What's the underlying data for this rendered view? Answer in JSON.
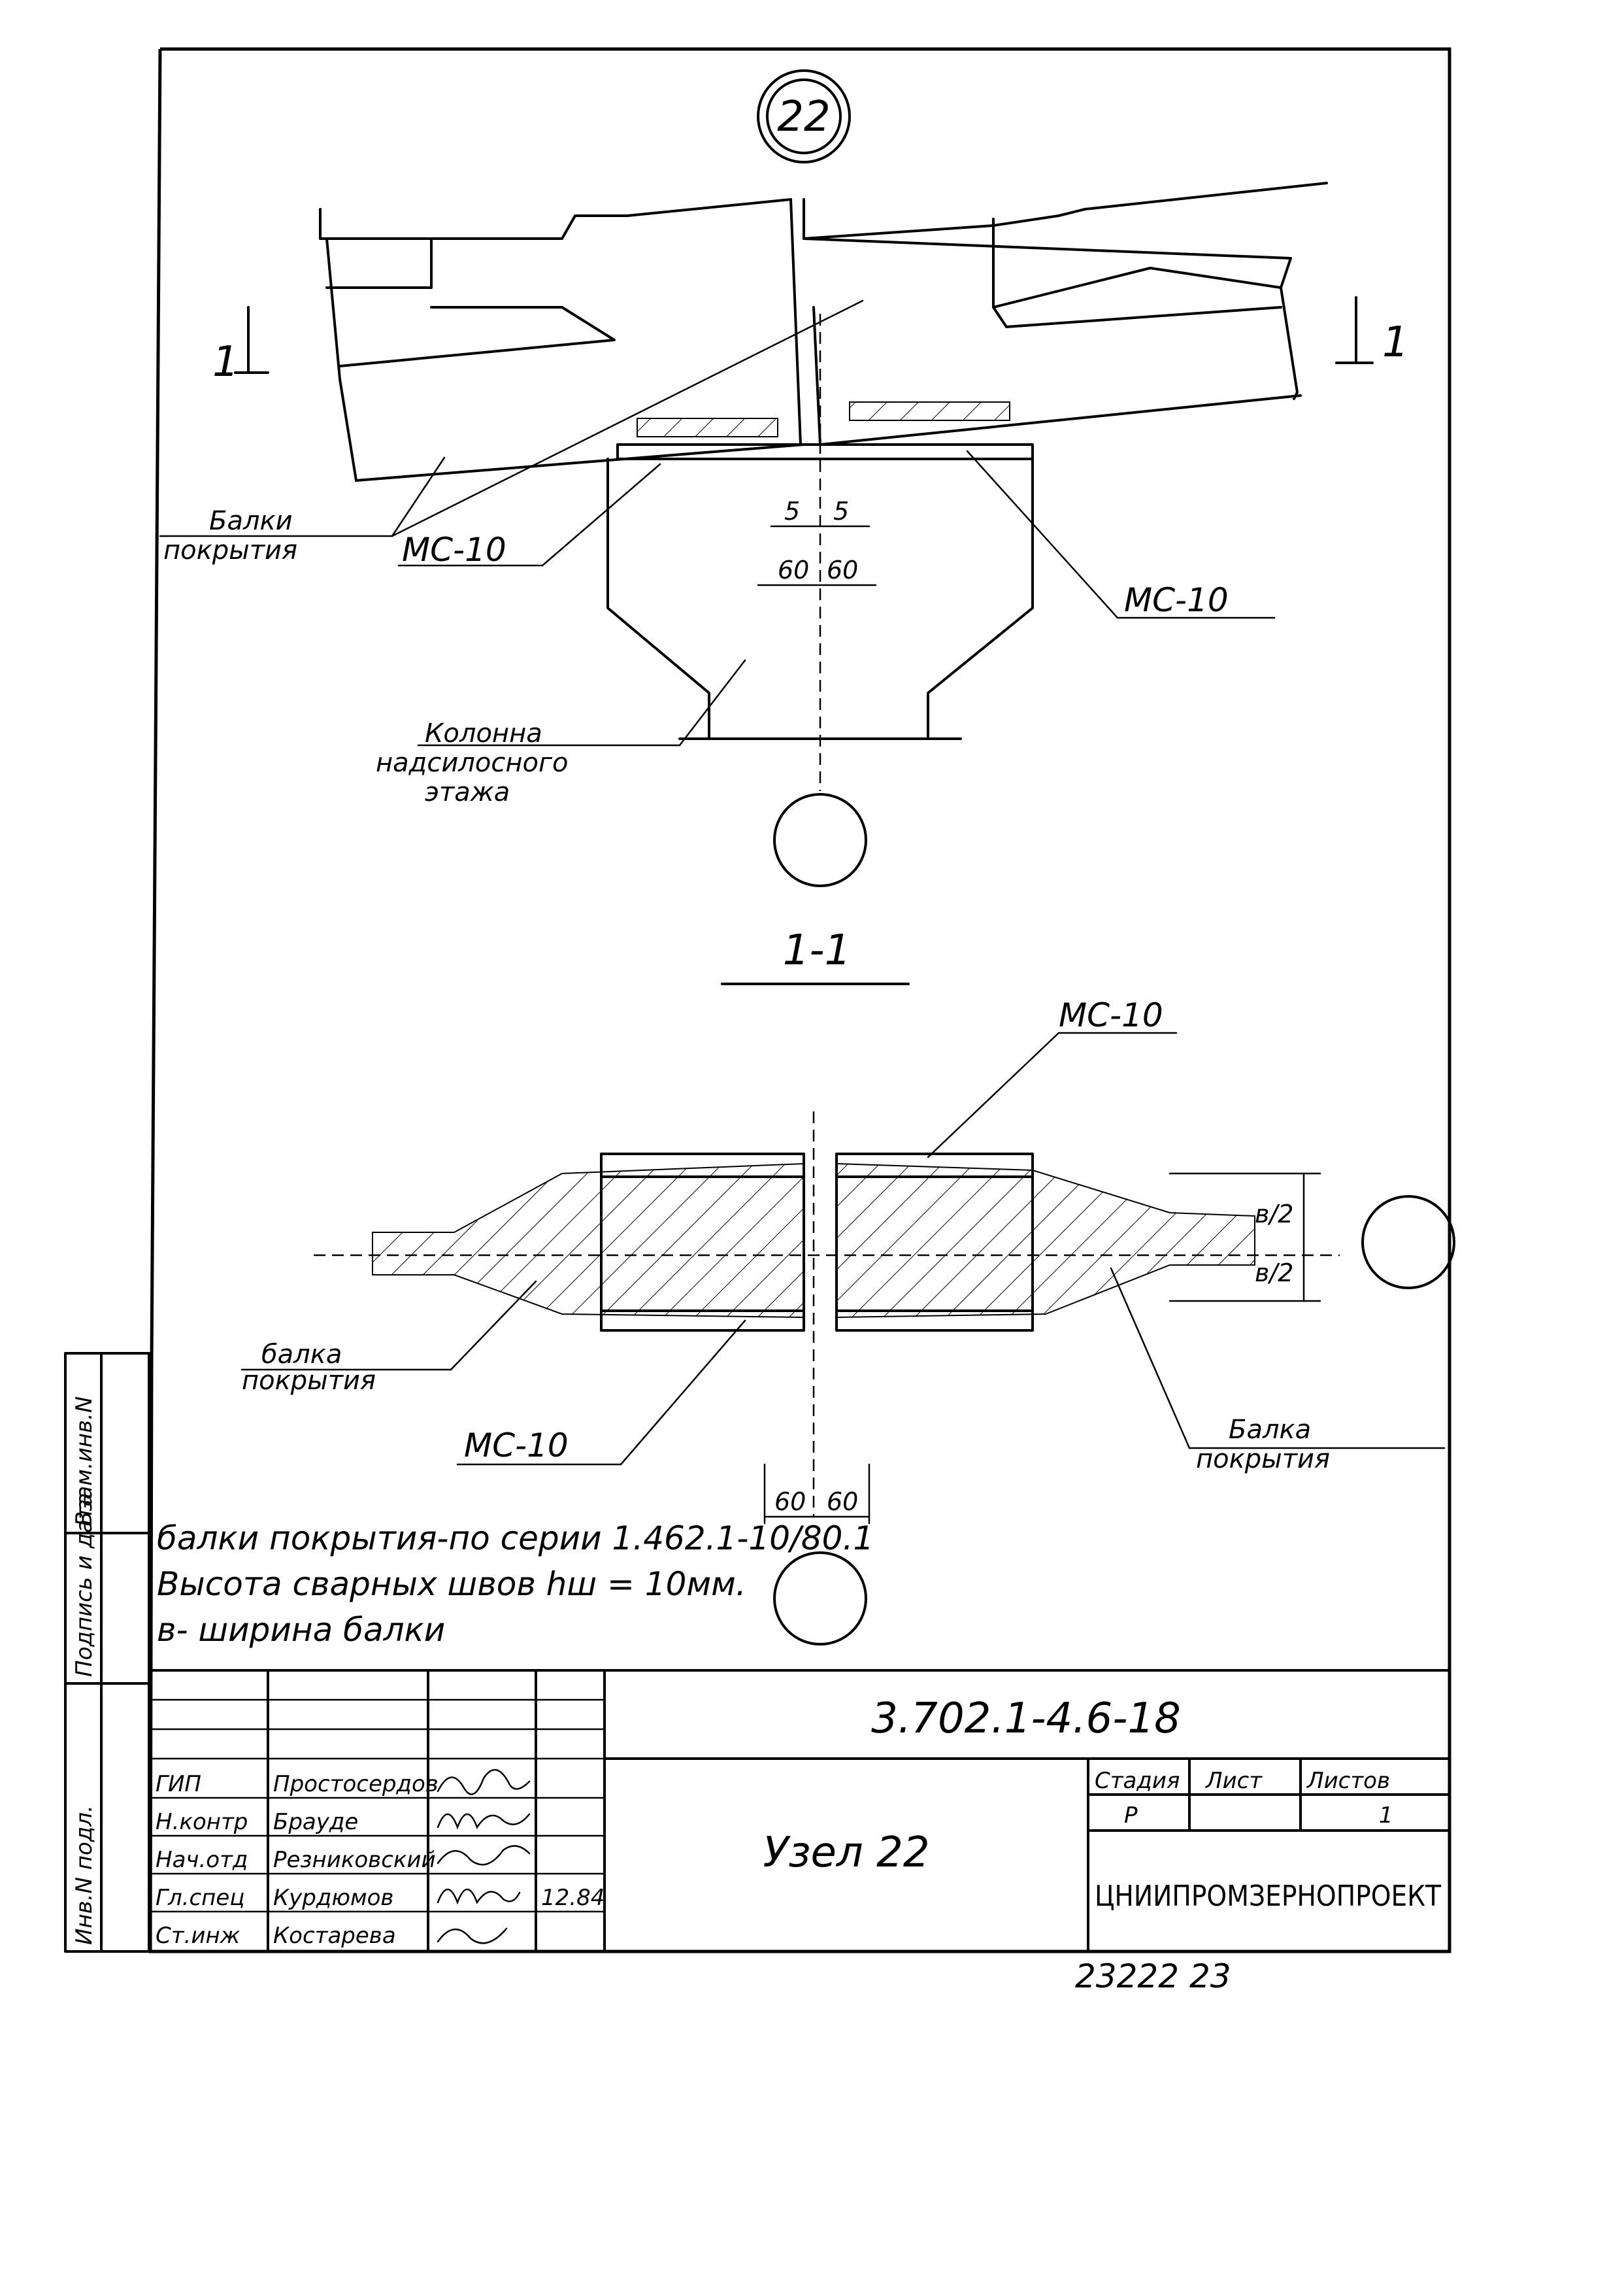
{
  "node_badge": "22",
  "section_marks": {
    "left": "1",
    "right": "1"
  },
  "top_view": {
    "label_beams": [
      "Балки",
      "покрытия"
    ],
    "label_mc_left": "МС-10",
    "label_mc_right": "МС-10",
    "label_column": [
      "Колонна",
      "надсилосного",
      "этажа"
    ],
    "dim_gap": [
      "5",
      "5"
    ],
    "dim_offset": [
      "60",
      "60"
    ]
  },
  "section_title": "1-1",
  "section_view": {
    "label_mc_top": "МС-10",
    "label_mc_bottom": "МС-10",
    "label_beam_left": [
      "балка",
      "покрытия"
    ],
    "label_beam_right": [
      "Балка",
      "покрытия"
    ],
    "dim_half_top": "в/2",
    "dim_half_bottom": "в/2",
    "dim_bottom": [
      "60",
      "60"
    ]
  },
  "notes": [
    "балки покрытия-по серии 1.462.1-10/80.1",
    "Высота сварных швов hш = 10мм.",
    "в- ширина  балки"
  ],
  "side_stamp": [
    "Инв.N подл.",
    "Подпись и дата",
    "Взам.инв.N"
  ],
  "title_block": {
    "doc_code": "3.702.1-4.6-18",
    "title": "Узел 22",
    "roles": [
      "ГИП",
      "Н.контр",
      "Нач.отд",
      "Гл.спец",
      "Ст.инж"
    ],
    "names": [
      "Простосердов",
      "Брауде",
      "Резниковский",
      "Курдюмов",
      "Костарева"
    ],
    "date": "12.84",
    "stage_label": "Стадия",
    "sheet_label": "Лист",
    "sheets_label": "Листов",
    "stage_value": "Р",
    "sheets_value": "1",
    "organization": "ЦНИИПРОМЗЕРНОПРОЕКТ"
  },
  "footer_number": "23222  23"
}
